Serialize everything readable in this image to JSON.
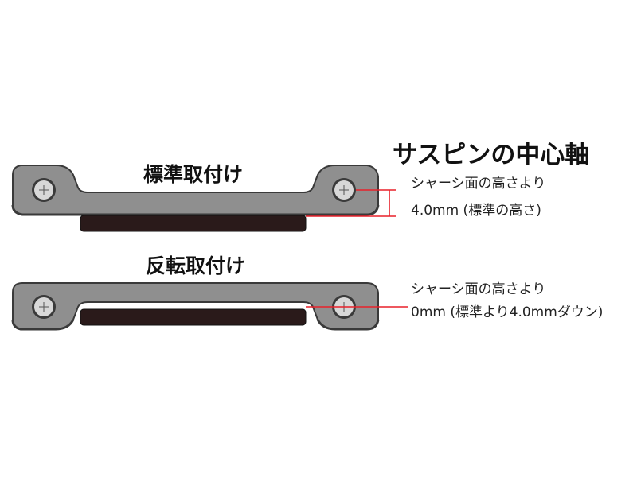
{
  "heading": "サスピンの中心軸",
  "standard": {
    "label": "標準取付け",
    "note_line1": "シャーシ面の高さより",
    "note_line2": "4.0mm (標準の高さ)"
  },
  "reverse": {
    "label": "反転取付け",
    "note_line1": "シャーシ面の高さより",
    "note_line2": "0mm (標準より4.0mmダウン)"
  },
  "colors": {
    "plate_fill": "#8f8f8f",
    "plate_edge": "#3a3a3a",
    "hole_fill": "#d8d8d8",
    "block_fill": "#2a1a1a",
    "leader_line": "#e8202a",
    "text": "#111111"
  }
}
